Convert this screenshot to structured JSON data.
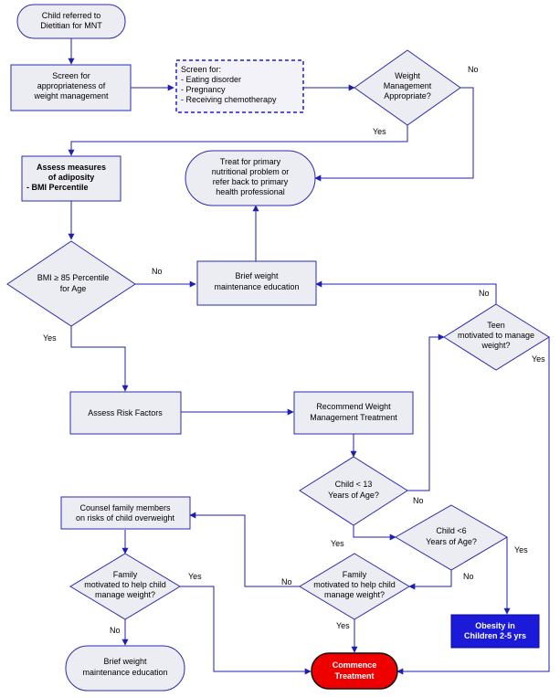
{
  "nodes": {
    "start": [
      "Child referred to",
      "Dietitian for MNT"
    ],
    "screen_approp": [
      "Screen for",
      "appropriateness of",
      "weight management"
    ],
    "screen_for": [
      "Screen for:",
      "- Eating disorder",
      "- Pregnancy",
      "- Receiving chemotherapy"
    ],
    "weight_mgmt": [
      "Weight",
      "Management",
      "Appropriate?"
    ],
    "assess": [
      "Assess measures",
      "of adiposity",
      "- BMI Percentile"
    ],
    "treat": [
      "Treat for primary",
      "nutritional problem or",
      "refer back to primary",
      "health professional"
    ],
    "bmi": [
      "BMI ≥ 85 Percentile",
      "for Age"
    ],
    "brief1": [
      "Brief weight",
      "maintenance education"
    ],
    "teen": [
      "Teen",
      "motivated to manage",
      "weight?"
    ],
    "risk": [
      "Assess Risk Factors"
    ],
    "recommend": [
      "Recommend Weight",
      "Management Treatment"
    ],
    "child13": [
      "Child < 13",
      "Years of Age?"
    ],
    "counsel": [
      "Counsel family members",
      "on risks of child overweight"
    ],
    "child6": [
      "Child <6",
      "Years of Age?"
    ],
    "family1": [
      "Family",
      "motivated to help child",
      "manage weight?"
    ],
    "family2": [
      "Family",
      "motivated to help child",
      "manage weight?"
    ],
    "obesity": [
      "Obesity in",
      "Children 2-5 yrs"
    ],
    "brief2": [
      "Brief weight",
      "maintenance education"
    ],
    "commence": [
      "Commence",
      "Treatment"
    ]
  },
  "edge_labels": {
    "yes": "Yes",
    "no": "No"
  },
  "colors": {
    "shape_fill": "#ececf3",
    "shape_stroke": "#2a2ab0",
    "line": "#1f1fb0",
    "obesity_fill": "#1a1ad8",
    "commence_fill": "#ee0000"
  }
}
